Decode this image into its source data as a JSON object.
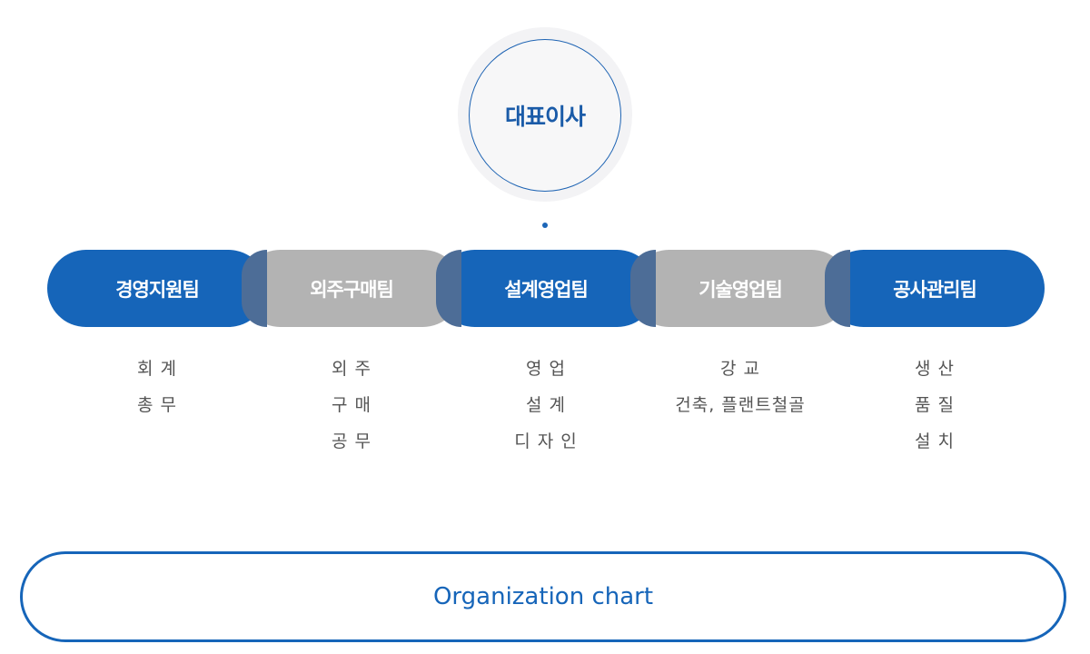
{
  "ceo": {
    "label": "대표이사"
  },
  "teams": [
    {
      "name": "경영지원팀",
      "color": "#1665b9",
      "duties": [
        "회 계",
        "총 무"
      ]
    },
    {
      "name": "외주구매팀",
      "color": "#b3b3b3",
      "duties": [
        "외 주",
        "구 매",
        "공 무"
      ]
    },
    {
      "name": "설계영업팀",
      "color": "#1665b9",
      "duties": [
        "영 업",
        "설 계",
        "디 자 인"
      ]
    },
    {
      "name": "기술영업팀",
      "color": "#b3b3b3",
      "duties": [
        "강 교",
        "건축, 플랜트철골"
      ]
    },
    {
      "name": "공사관리팀",
      "color": "#1665b9",
      "duties": [
        "생 산",
        "품 질",
        "설 치"
      ]
    }
  ],
  "caption": {
    "label": "Organization chart"
  },
  "colors": {
    "primary": "#1665b9",
    "secondary": "#b3b3b3",
    "overlap": "#4d6d97"
  }
}
